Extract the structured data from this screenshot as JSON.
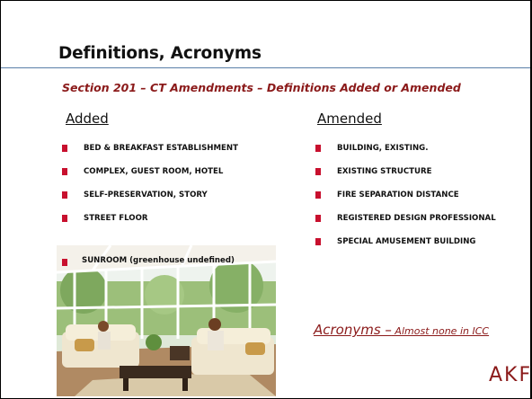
{
  "slide": {
    "title": "Definitions, Acronyms",
    "subtitle": "Section 201 – CT Amendments – Definitions Added or Amended",
    "added": {
      "heading": "Added",
      "items": [
        "BED & BREAKFAST ESTABLISHMENT",
        "COMPLEX, GUEST ROOM, HOTEL",
        "SELF-PRESERVATION, STORY",
        "STREET FLOOR",
        "SUNROOM  (greenhouse undefined)"
      ]
    },
    "amended": {
      "heading": "Amended",
      "items": [
        "BUILDING, EXISTING.",
        "EXISTING STRUCTURE",
        "FIRE SEPARATION DISTANCE",
        "REGISTERED DESIGN PROFESSIONAL",
        "SPECIAL AMUSEMENT BUILDING"
      ]
    },
    "acronyms": {
      "main": "Acronyms –",
      "note": " Almost none in ICC"
    },
    "logo": "AKF"
  },
  "colors": {
    "accent": "#8b1a1a",
    "bullet": "#c8102e",
    "rule": "#5a7fa8"
  }
}
